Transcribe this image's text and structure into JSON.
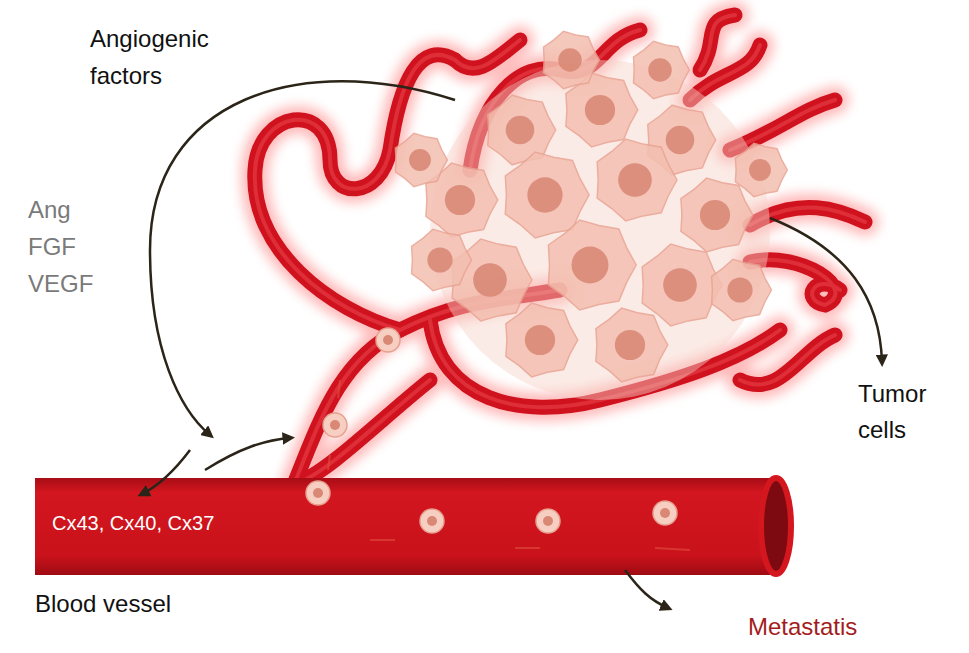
{
  "diagram": {
    "nodes": [
      {
        "text": [
          "Cx43, Cx40, Cx37",
          "Blood vessel"
        ]
      }
    ],
    "labels": [
      "Angiogenic factors",
      "Ang FGF VEGF",
      "Tumor cells",
      "Metastatis"
    ]
  }
}
